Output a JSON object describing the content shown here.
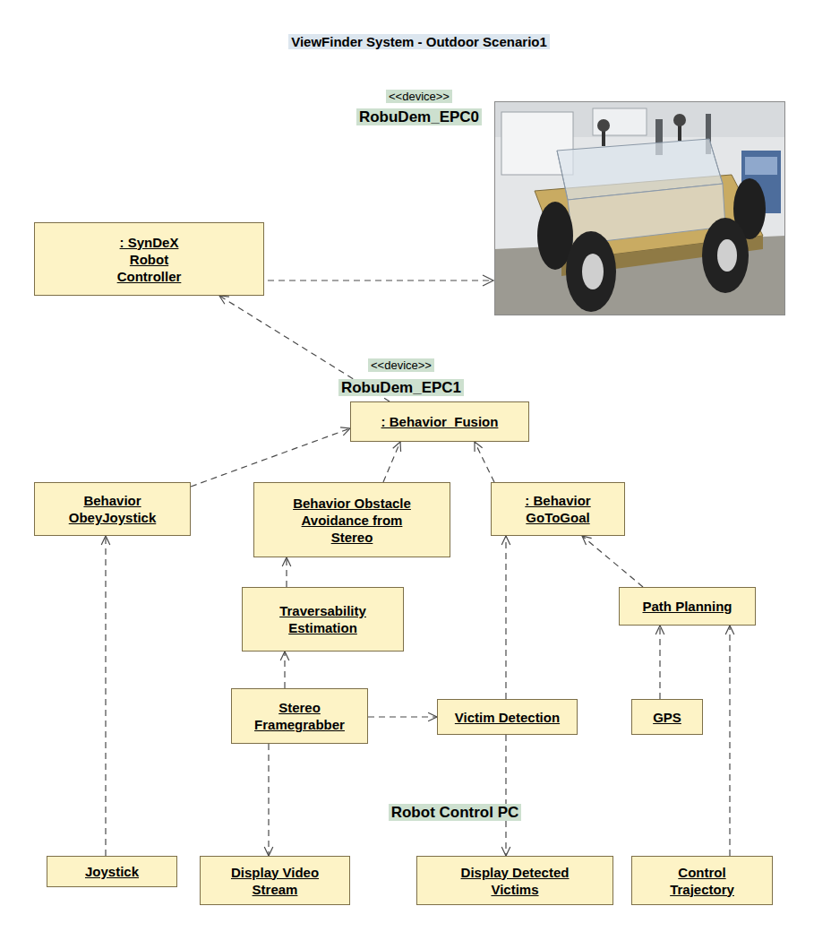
{
  "diagram": {
    "nodes": [
      {
        "text": [
          "ViewFinder System - Outdoor Scenario1"
        ]
      },
      {
        "text": [
          "<<device>>",
          "RobuDem_EPC0"
        ],
        "in": 0
      },
      {
        "text": [
          ": SynDeX Robot Controller"
        ],
        "in": 1
      },
      {
        "text": [
          "<<device>>",
          "RobuDem_EPC1"
        ],
        "in": 0
      },
      {
        "text": [
          ": Behavior_Fusion"
        ],
        "in": 3
      },
      {
        "text": [
          "Behavior ObeyJoystick"
        ],
        "in": 3
      },
      {
        "text": [
          "Behavior Obstacle Avoidance from Stereo"
        ],
        "in": 3
      },
      {
        "text": [
          ": Behavior GoToGoal"
        ],
        "in": 3
      },
      {
        "text": [
          "Path Planning"
        ],
        "in": 3
      },
      {
        "text": [
          "Traversability Estimation"
        ],
        "in": 3
      },
      {
        "text": [
          "Stereo Framegrabber"
        ],
        "in": 3
      },
      {
        "text": [
          "Victim Detection"
        ],
        "in": 3
      },
      {
        "text": [
          "GPS"
        ],
        "in": 3
      },
      {
        "text": [
          "Robot Control PC"
        ],
        "in": 0
      },
      {
        "text": [
          "Joystick"
        ],
        "in": 13
      },
      {
        "text": [
          "Display Video Stream"
        ],
        "in": 13
      },
      {
        "text": [
          "Display Detected Victims"
        ],
        "in": 13
      },
      {
        "text": [
          "Control Trajectory"
        ],
        "in": 13
      }
    ],
    "edges": [
      {
        "from": 4,
        "to": 2,
        "arrow": "to"
      },
      {
        "from": 5,
        "to": 4,
        "arrow": "to"
      },
      {
        "from": 6,
        "to": 4,
        "arrow": "to"
      },
      {
        "from": 7,
        "to": 4,
        "arrow": "to"
      },
      {
        "from": 8,
        "to": 7,
        "arrow": "to"
      },
      {
        "from": 9,
        "to": 6,
        "arrow": "to"
      },
      {
        "from": 10,
        "to": 9,
        "arrow": "to"
      },
      {
        "from": 10,
        "to": 11,
        "arrow": "to"
      },
      {
        "from": 12,
        "to": 8,
        "arrow": "to"
      },
      {
        "from": 14,
        "to": 5,
        "arrow": "to"
      },
      {
        "from": 10,
        "to": 15,
        "arrow": "to"
      },
      {
        "from": 11,
        "to": 7,
        "arrow": "to"
      },
      {
        "from": 11,
        "to": 16,
        "arrow": "to"
      },
      {
        "from": 17,
        "to": 8,
        "arrow": "to"
      }
    ]
  }
}
